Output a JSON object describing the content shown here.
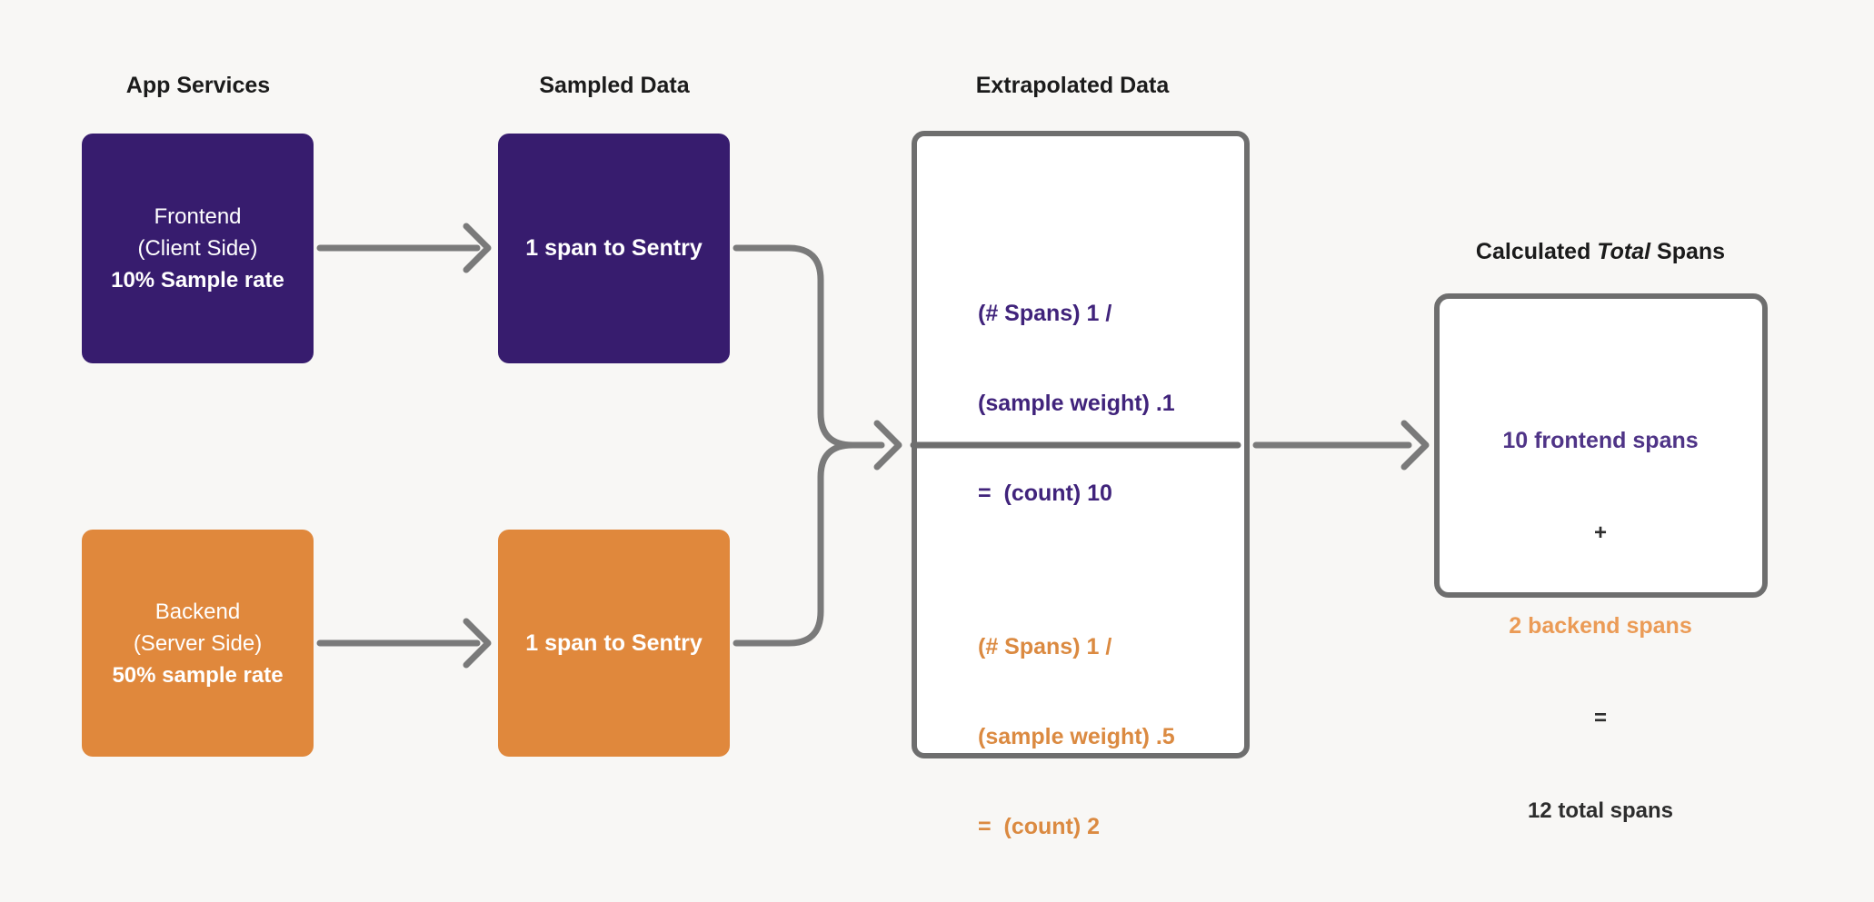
{
  "headers": {
    "app_services": "App Services",
    "sampled_data": "Sampled Data",
    "extrapolated_data": "Extrapolated Data",
    "calculated": {
      "prefix": "Calculated ",
      "italic": "Total",
      "suffix": " Spans"
    }
  },
  "nodes": {
    "frontend": {
      "line1": "Frontend",
      "line2": "(Client Side)",
      "line3": "10% Sample rate"
    },
    "backend": {
      "line1": "Backend",
      "line2": "(Server Side)",
      "line3": "50% sample rate"
    },
    "sampled_frontend": {
      "label": "1 span to Sentry"
    },
    "sampled_backend": {
      "label": "1 span to Sentry"
    },
    "extrapolated_frontend": {
      "line1": "(# Spans) 1 /",
      "line2": "(sample weight) .1",
      "line3": "=  (count) 10"
    },
    "extrapolated_backend": {
      "line1": "(# Spans) 1 /",
      "line2": "(sample weight) .5",
      "line3": "=  (count) 2"
    },
    "total": {
      "line1": "10 frontend spans",
      "line2": "+",
      "line3": "2 backend spans",
      "line4": "=",
      "line5": "12 total spans"
    }
  },
  "colors": {
    "background": "#f8f7f5",
    "frontend_purple": "#371c6e",
    "backend_orange": "#e0883c",
    "formula_purple": "#40237b",
    "formula_orange": "#db8a41",
    "total_purple": "#4f3487",
    "total_orange": "#eb9b56",
    "arrow_gray": "#7a7a7a",
    "panel_border_gray": "#6e6e6e",
    "header_text": "#1b1b1b"
  }
}
